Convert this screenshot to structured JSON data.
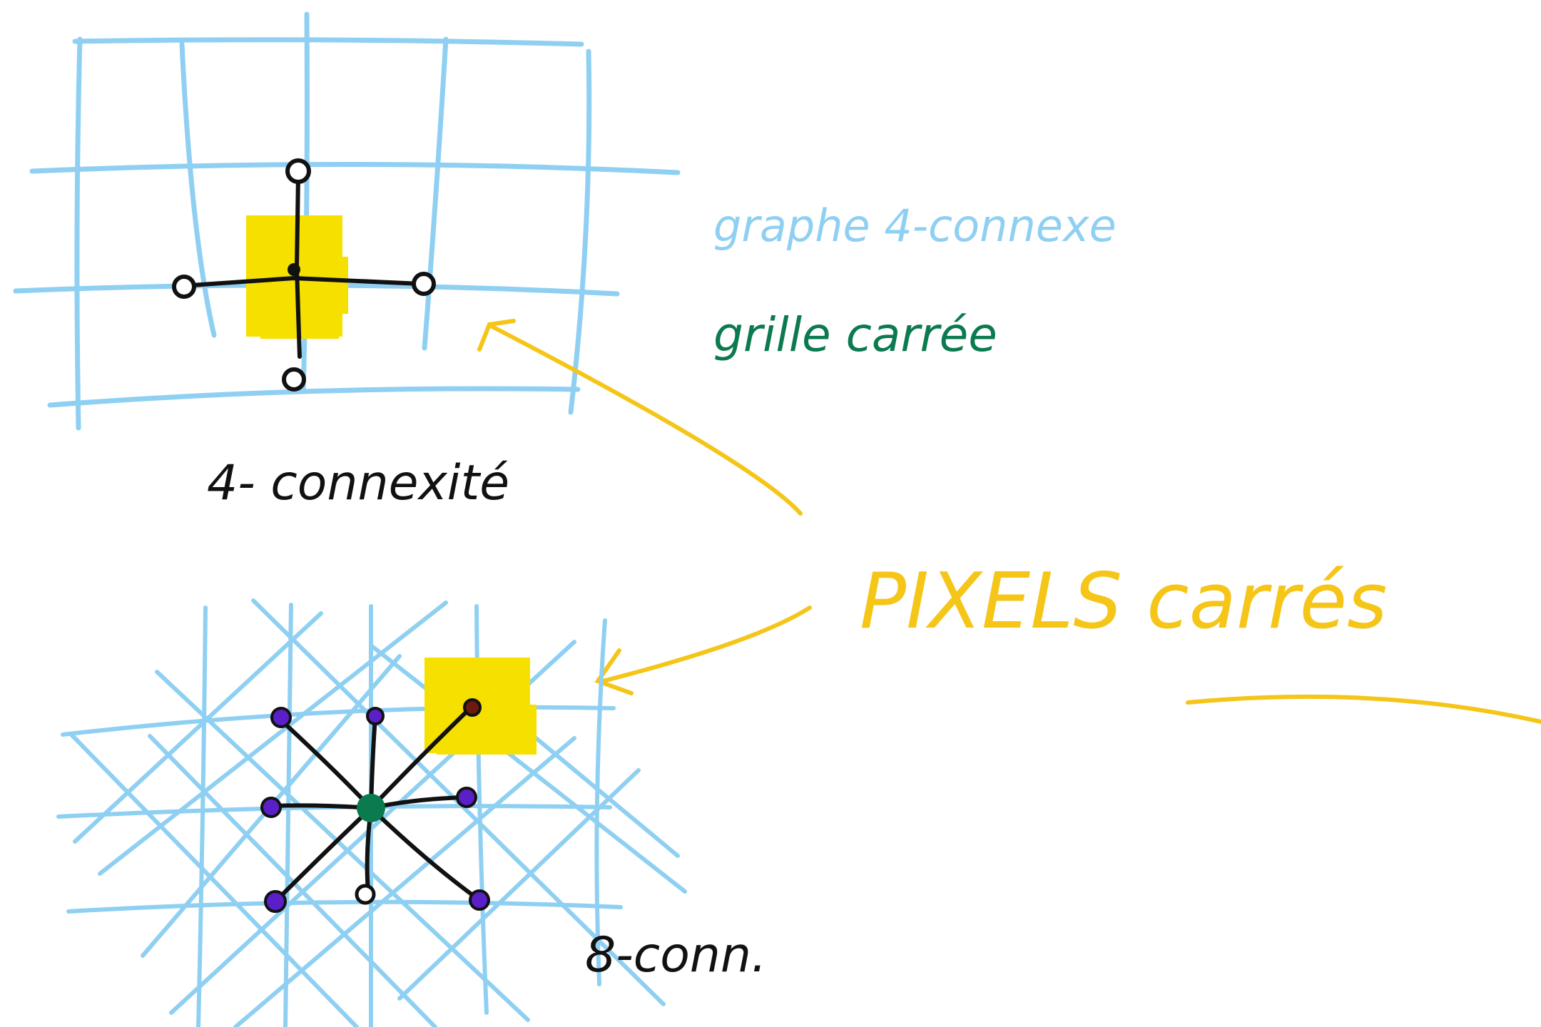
{
  "colors": {
    "grid": "#8fd0f2",
    "pixel_fill": "#f5e000",
    "edge": "#111111",
    "arrow": "#f5c518",
    "neighbor_node": "#5a1fc7",
    "center_node": "#0c7a4f",
    "text_blue": "#8fd0f2",
    "text_green": "#0c7a4f",
    "text_black": "#111111",
    "text_yellow": "#f5c518"
  },
  "labels": {
    "four_connectivity": "4- connexité",
    "graph_four_connected": "graphe 4-connexe",
    "square_grid": "grille carrée",
    "square_pixels": "PIXELS carrés",
    "eight_connectivity": "8-conn."
  }
}
